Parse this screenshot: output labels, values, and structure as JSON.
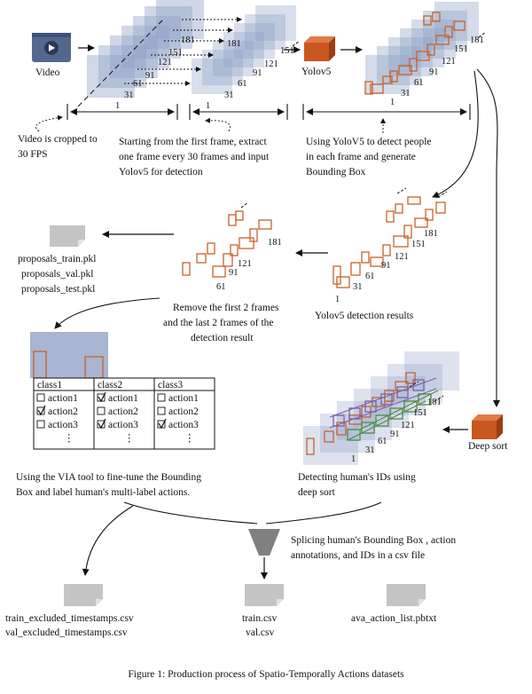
{
  "labels": {
    "video": "Video",
    "yolov5": "Yolov5",
    "deep_sort": "Deep sort",
    "video_fps_line1": "Video is cropped to",
    "video_fps_line2": "30 FPS",
    "extract_line1": "Starting from the first frame, extract",
    "extract_line2": "one frame every 30 frames and input",
    "extract_line3": "Yolov5 for detection",
    "detect_line1": "Using YoloV5 to detect people",
    "detect_line2": "in each frame and generate",
    "detect_line3": "Bounding Box",
    "yolo_results": "Yolov5 detection results",
    "remove_line1": "Remove the first 2 frames",
    "remove_line2": "and the last 2 frames of the",
    "remove_line3": "detection result",
    "via_line1": "Using the VIA tool to fine-tune the Bounding",
    "via_line2": "Box and label human's multi-label actions.",
    "ids_line1": "Detecting human's IDs using",
    "ids_line2": "deep sort",
    "splice_line1": "Splicing human's Bounding Box , action",
    "splice_line2": "annotations, and IDs in a csv file",
    "caption": "Figure 1: Production process of Spatio-Temporally Actions datasets"
  },
  "files": {
    "proposals": [
      "proposals_train.pkl",
      "proposals_val.pkl",
      "proposals_test.pkl"
    ],
    "excluded": [
      "train_excluded_timestamps.csv",
      "val_excluded_timestamps.csv"
    ],
    "train_val": [
      "train.csv",
      "val.csv"
    ],
    "action_list": "ava_action_list.pbtxt"
  },
  "frame_numbers": {
    "stack1": [
      "1",
      "31",
      "61",
      "91",
      "121",
      "151",
      "181"
    ],
    "stack2": [
      "1",
      "31",
      "61",
      "91",
      "121",
      "151",
      "181"
    ],
    "stack3": [
      "1",
      "31",
      "61",
      "91",
      "121",
      "151",
      "181"
    ],
    "trimmed": [
      "61",
      "91",
      "121",
      "181"
    ],
    "yolo_results": [
      "1",
      "31",
      "61",
      "91",
      "121",
      "151",
      "181"
    ],
    "deepsort": [
      "1",
      "31",
      "61",
      "91",
      "121",
      "151",
      "181"
    ]
  },
  "table": {
    "headers": [
      "class1",
      "class2",
      "class3"
    ],
    "columns": [
      [
        {
          "label": "action1",
          "checked": false
        },
        {
          "label": "action2",
          "checked": true
        },
        {
          "label": "action3",
          "checked": false
        }
      ],
      [
        {
          "label": "action1",
          "checked": true
        },
        {
          "label": "action2",
          "checked": false
        },
        {
          "label": "action3",
          "checked": true
        }
      ],
      [
        {
          "label": "action1",
          "checked": false
        },
        {
          "label": "action2",
          "checked": false
        },
        {
          "label": "action3",
          "checked": true
        }
      ]
    ],
    "ellipsis": "⋮"
  },
  "colors": {
    "frame_fill": "#8fa0c6",
    "frame_dark": "#54688f",
    "box_orange": "#c8622a",
    "cube_orange": "#c9571f",
    "track_purple": "#7a5fa8",
    "track_green": "#4f8a43",
    "doc_gray": "#c4c4c4"
  }
}
